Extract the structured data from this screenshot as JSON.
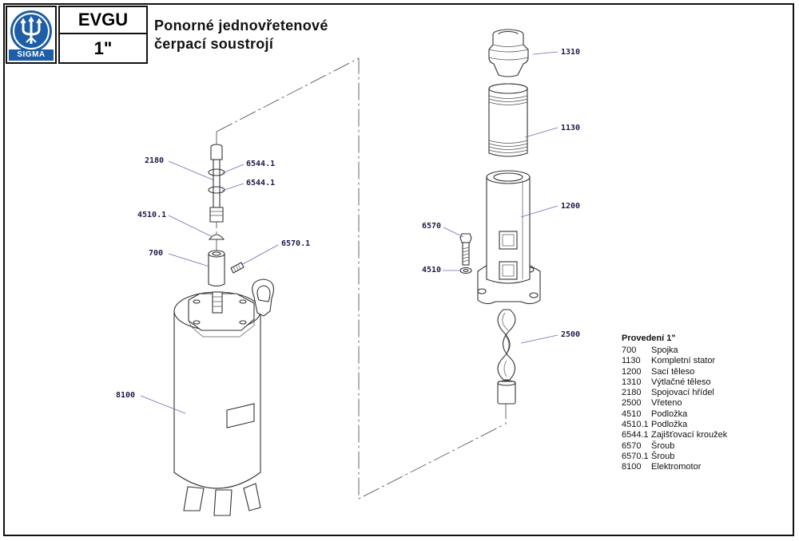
{
  "title_block": {
    "logo_text": "SIGMA",
    "model": "EVGU",
    "size": "1\""
  },
  "title": {
    "line1": "Ponorné  jednovřetenové",
    "line2": "čerpací  soustrojí"
  },
  "part_labels": {
    "p1310": "1310",
    "p1130": "1130",
    "p1200": "1200",
    "p6570": "6570",
    "p4510": "4510",
    "p2500": "2500",
    "p2180": "2180",
    "p6544_1a": "6544.1",
    "p6544_1b": "6544.1",
    "p4510_1": "4510.1",
    "p700": "700",
    "p6570_1": "6570.1",
    "p8100": "8100"
  },
  "legend": {
    "heading": "Provedení 1\"",
    "items": [
      {
        "num": "700",
        "name": "Spojka"
      },
      {
        "num": "1130",
        "name": "Kompletní stator"
      },
      {
        "num": "1200",
        "name": "Sací těleso"
      },
      {
        "num": "1310",
        "name": "Výtlačné těleso"
      },
      {
        "num": "2180",
        "name": "Spojovací hřídel"
      },
      {
        "num": "2500",
        "name": "Vřeteno"
      },
      {
        "num": "4510",
        "name": "Podložka"
      },
      {
        "num": "4510.1",
        "name": "Podložka"
      },
      {
        "num": "6544.1",
        "name": "Zajišťovací kroužek"
      },
      {
        "num": "6570",
        "name": "Šroub"
      },
      {
        "num": "6570.1",
        "name": "Šroub"
      },
      {
        "num": "8100",
        "name": "Elektromotor"
      }
    ]
  },
  "colors": {
    "line": "#333333",
    "leader": "#6b6bb5",
    "logo": "#1d5ea6"
  }
}
